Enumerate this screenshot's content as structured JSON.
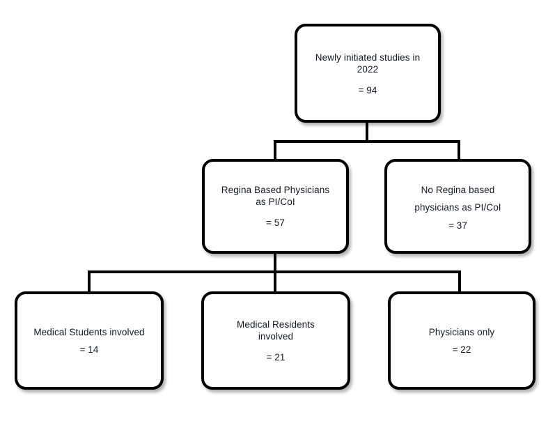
{
  "diagram": {
    "type": "flowchart",
    "orientation": "top-down",
    "stroke_color": "#000000",
    "text_color": "#111822",
    "background_color": "#ffffff",
    "nodes": {
      "total": {
        "label": "Newly initiated studies in\n2022",
        "count": "= 94"
      },
      "regina": {
        "label": "Regina Based Physicians\nas PI/CoI",
        "count": "= 57"
      },
      "no_regina": {
        "label": "No Regina based\nphysicians as PI/CoI",
        "count": "= 37"
      },
      "students": {
        "label": "Medical Students involved",
        "count": "= 14"
      },
      "residents": {
        "label": "Medical Residents\ninvolved",
        "count": "= 21"
      },
      "physicians": {
        "label": "Physicians only",
        "count": "= 22"
      }
    }
  }
}
